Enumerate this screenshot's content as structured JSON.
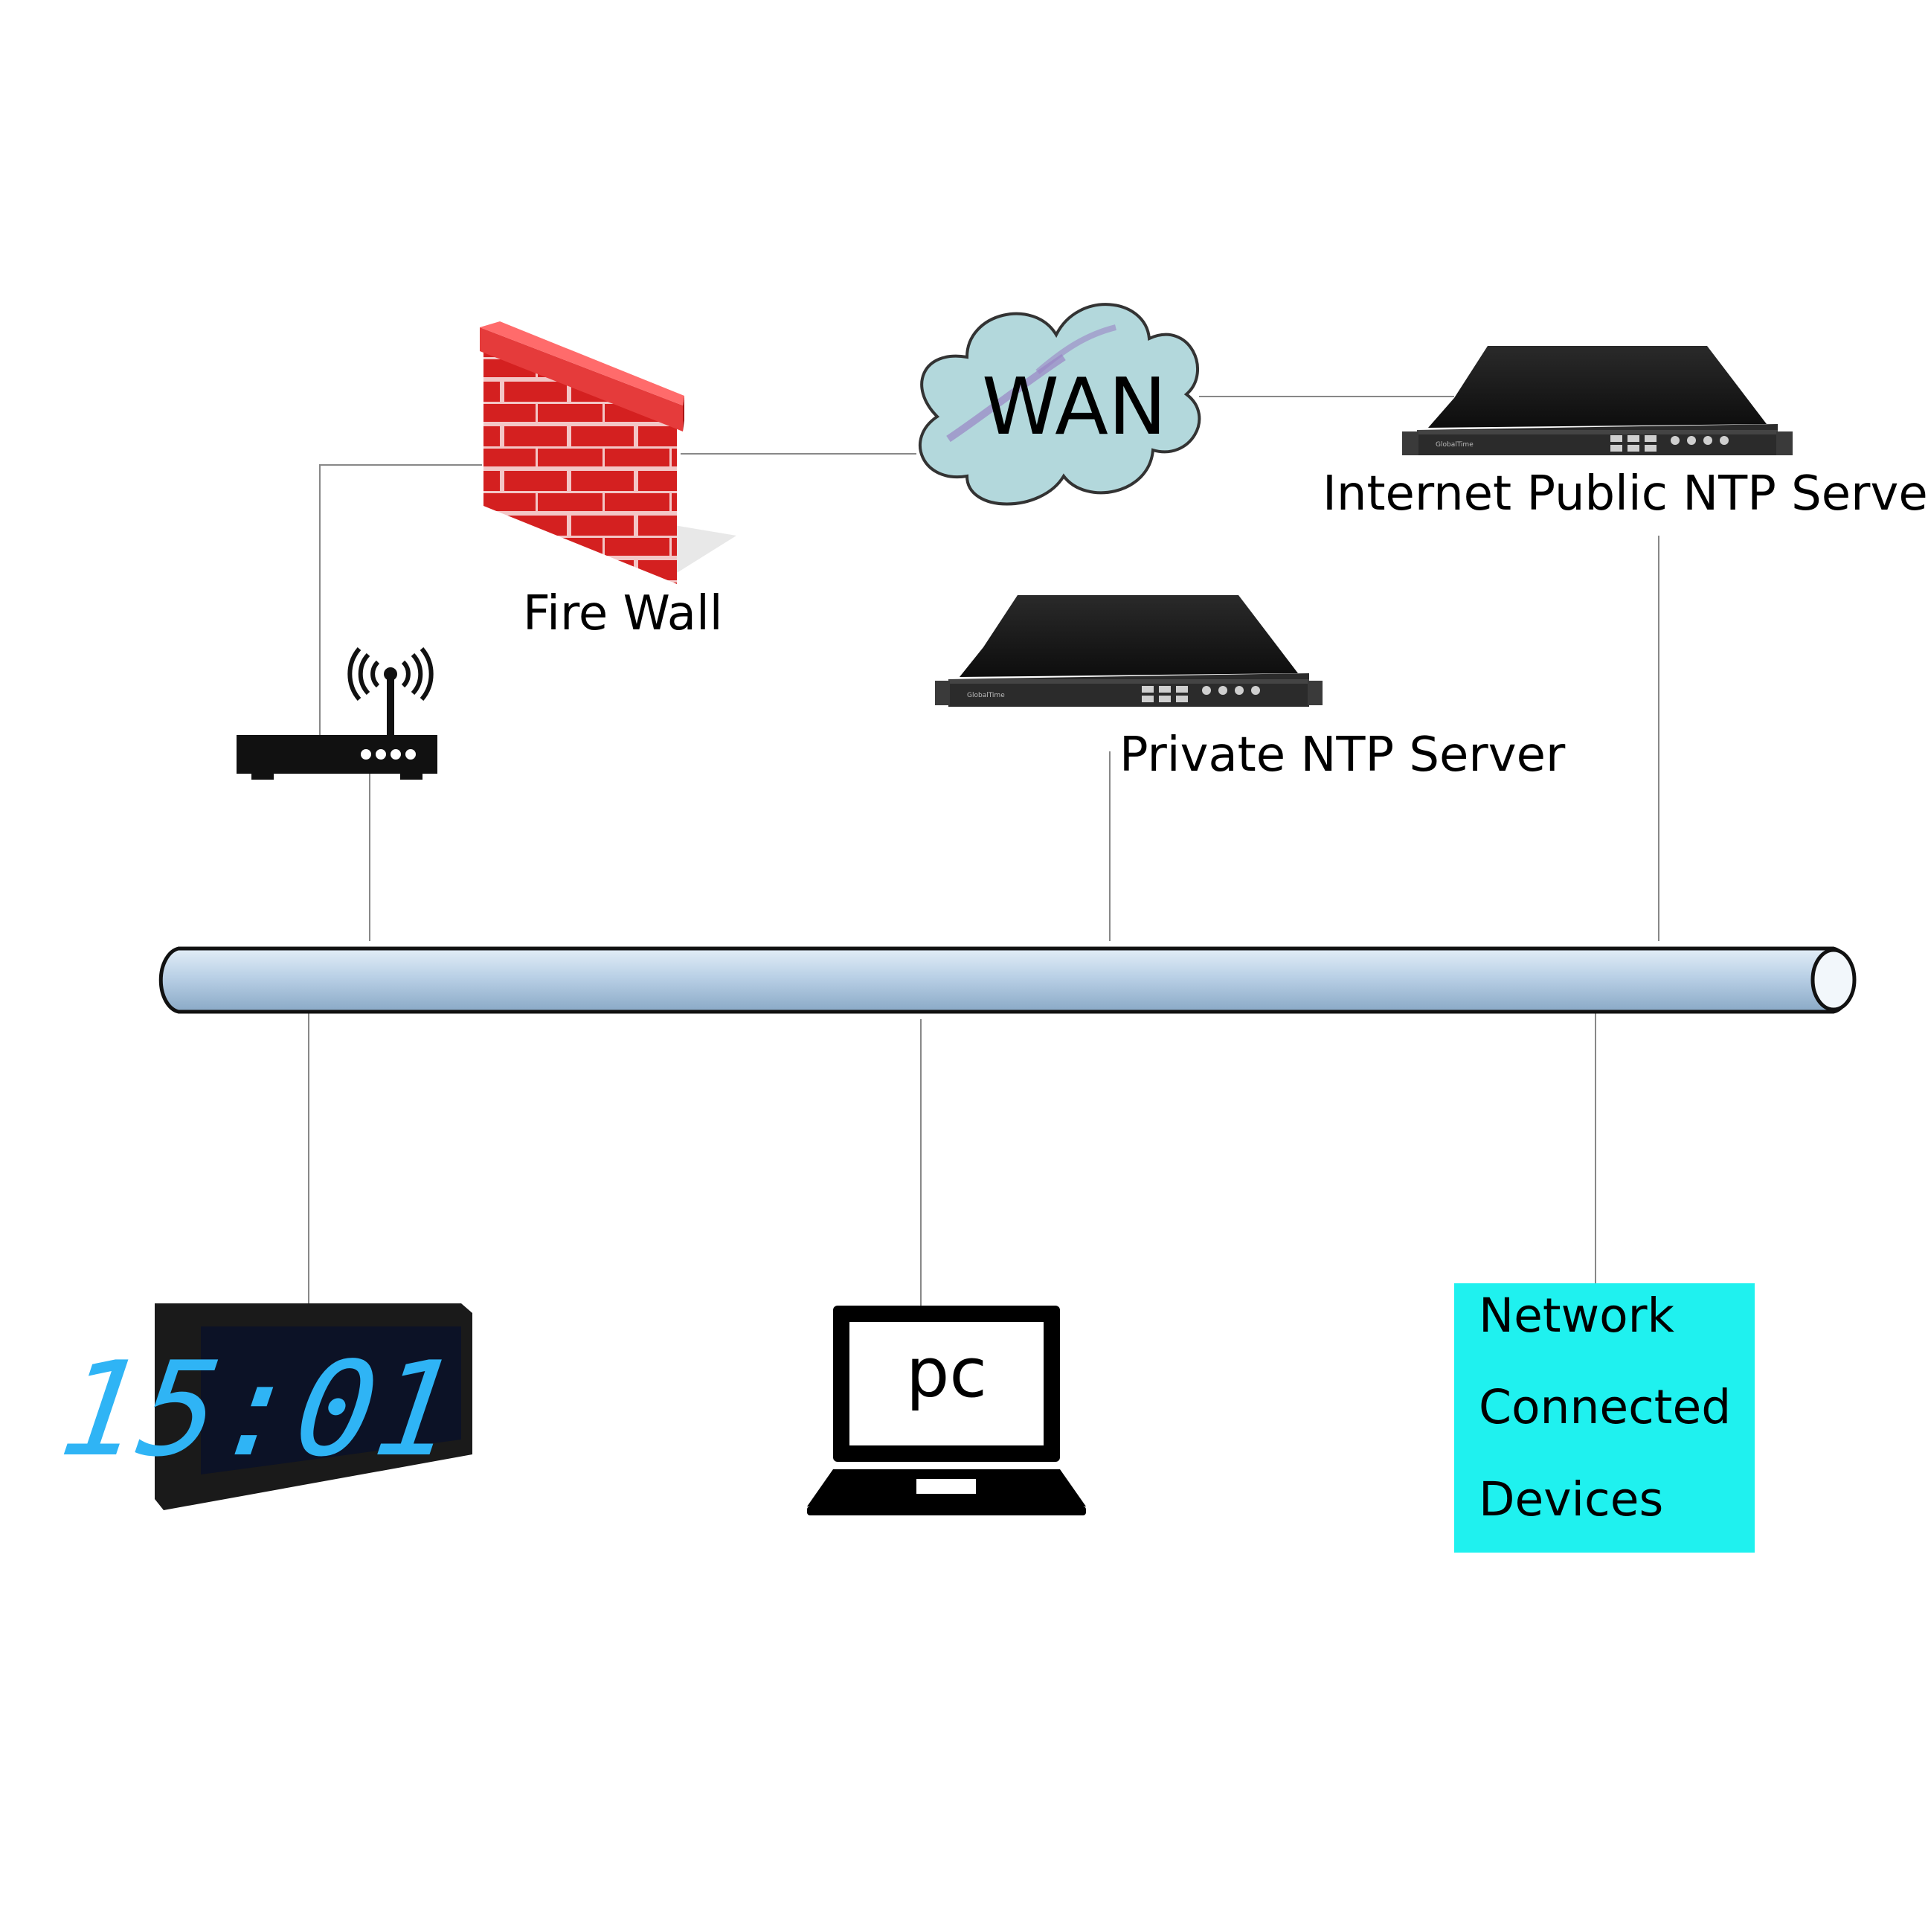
{
  "labels": {
    "wan": "WAN",
    "internet_server": "Internet Public NTP Server",
    "firewall": "Fire Wall",
    "private_server": "Private NTP Server",
    "pc": "pc",
    "clock_time": "15:01"
  },
  "devices_box": {
    "lines": [
      "Network",
      "Connected",
      "Devices"
    ],
    "color": "#1ff1ef"
  },
  "colors": {
    "backbone": "#b9d0e6",
    "cloud": "#b3d8dc",
    "clock_digits": "#2fb4f5",
    "firewall": "#d42020",
    "connector": "#888888"
  },
  "icons": [
    "firewall-icon",
    "cloud-icon",
    "router-icon",
    "server-icon",
    "clock-icon",
    "laptop-icon"
  ],
  "server_brand": "GlobalTime"
}
